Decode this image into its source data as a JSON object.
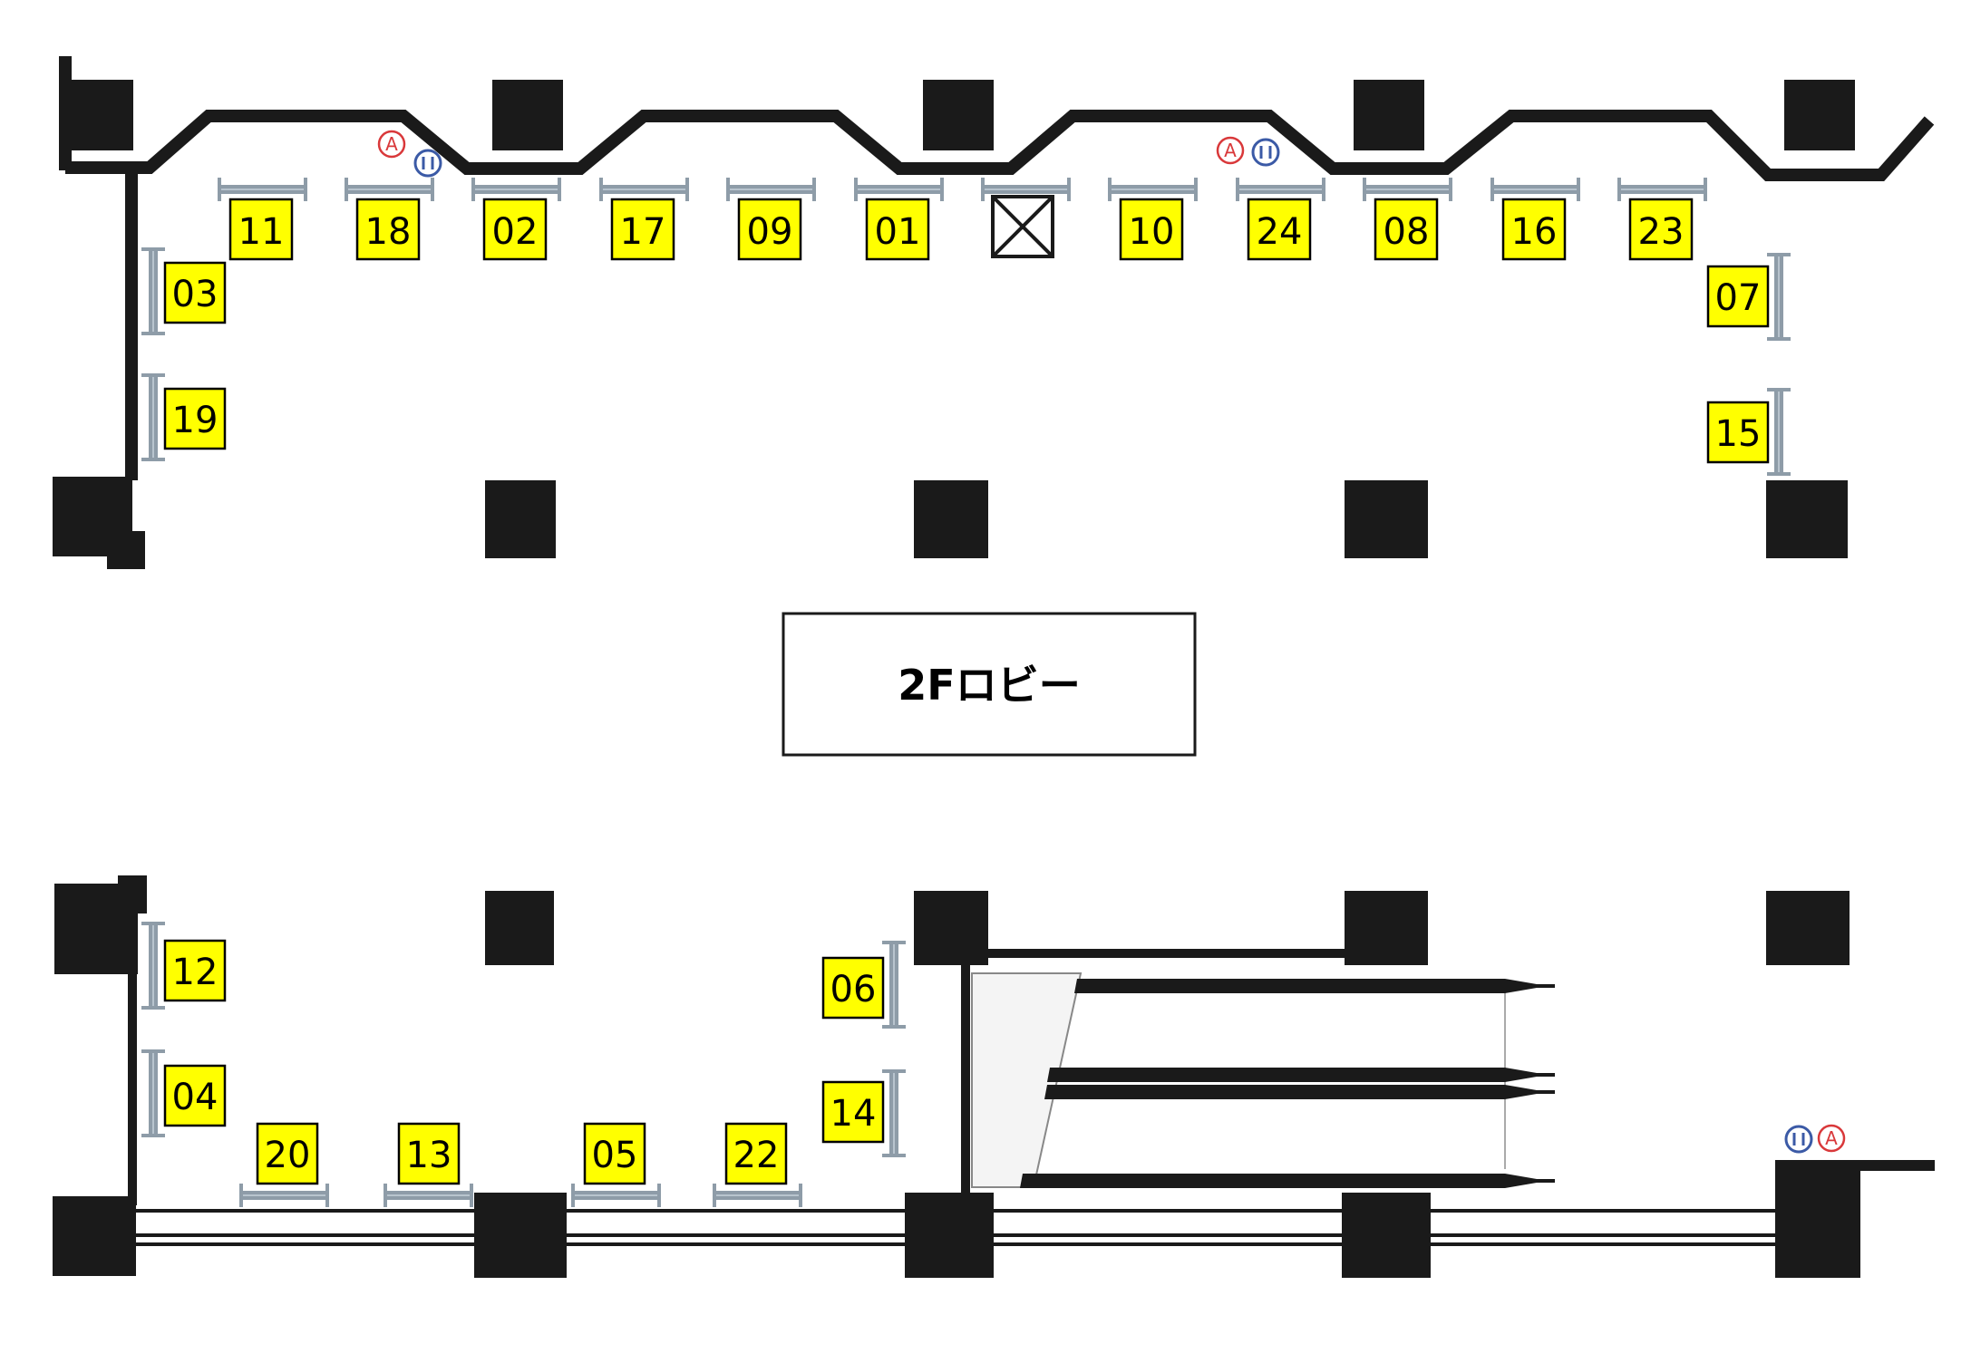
{
  "floor": {
    "lobby_label": "2Fロビー",
    "colors": {
      "wall": "#1a1a1a",
      "booth_fill": "#ffff00",
      "booth_border": "#000000",
      "panel": "#9aa8b4",
      "restroom_icon_red": "#d9383a",
      "restroom_icon_blue": "#3b5aa6"
    }
  },
  "booths": [
    {
      "label": "11"
    },
    {
      "label": "18"
    },
    {
      "label": "02"
    },
    {
      "label": "17"
    },
    {
      "label": "09"
    },
    {
      "label": "01"
    },
    {
      "label": "10"
    },
    {
      "label": "24"
    },
    {
      "label": "08"
    },
    {
      "label": "16"
    },
    {
      "label": "23"
    },
    {
      "label": "03"
    },
    {
      "label": "19"
    },
    {
      "label": "07"
    },
    {
      "label": "15"
    },
    {
      "label": "12"
    },
    {
      "label": "04"
    },
    {
      "label": "06"
    },
    {
      "label": "14"
    },
    {
      "label": "20"
    },
    {
      "label": "13"
    },
    {
      "label": "05"
    },
    {
      "label": "22"
    }
  ],
  "icons": {
    "accessible_letter": "A",
    "elevator_symbol": "ll"
  }
}
